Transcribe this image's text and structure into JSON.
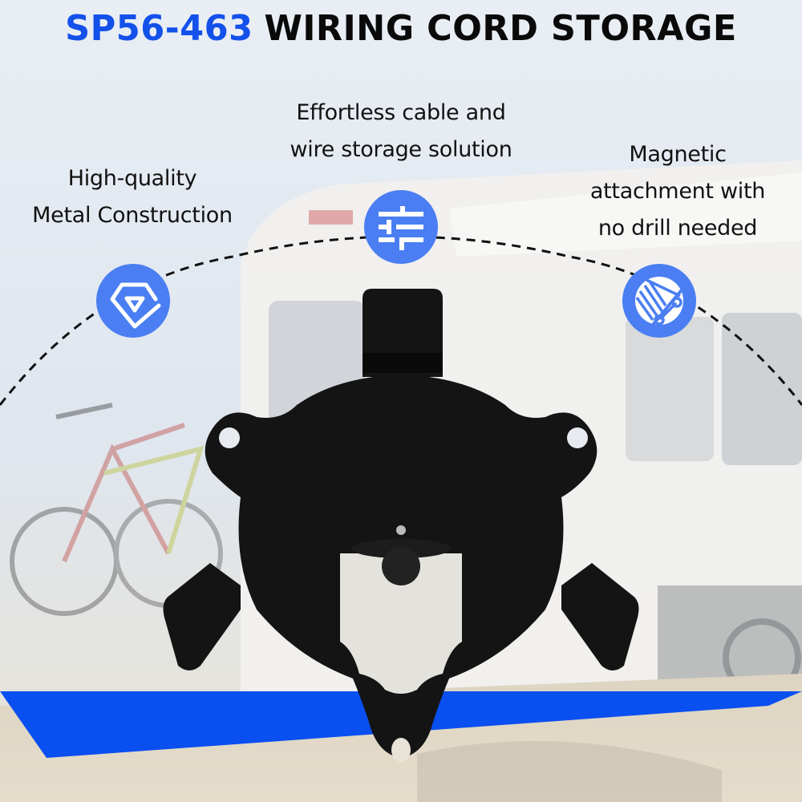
{
  "header": {
    "sku": "SP56-463",
    "product_name": "WIRING CORD STORAGE"
  },
  "features": [
    {
      "id": "storage",
      "lines": [
        "Effortless cable and",
        "wire storage solution"
      ],
      "icon": "sliders-icon"
    },
    {
      "id": "metal",
      "lines": [
        "High-quality",
        "Metal Construction"
      ],
      "icon": "diamond-icon"
    },
    {
      "id": "magnetic",
      "lines": [
        "Magnetic",
        "attachment with",
        "no drill needed"
      ],
      "icon": "no-drill-wrench-icon"
    }
  ],
  "colors": {
    "accent_blue": "#1451ea",
    "badge_blue": "#4a7ef2",
    "stripe_blue": "#0a4ff0",
    "product_black": "#111111",
    "text": "#111111"
  }
}
